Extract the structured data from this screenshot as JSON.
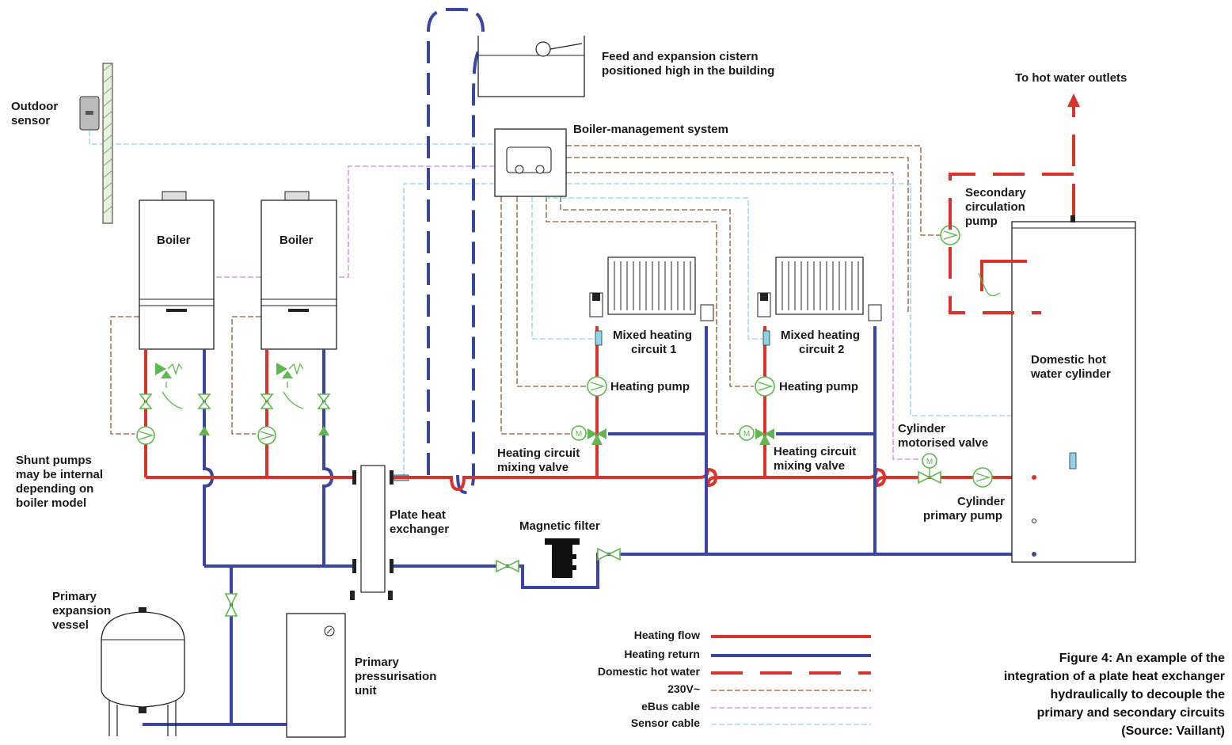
{
  "labels": {
    "outdoor_sensor": [
      "Outdoor",
      "sensor"
    ],
    "cistern": [
      "Feed and expansion cistern",
      "positioned high in the building"
    ],
    "bms": "Boiler-management system",
    "to_outlets": "To hot water outlets",
    "boiler1": "Boiler",
    "boiler2": "Boiler",
    "secondary_pump": [
      "Secondary",
      "circulation",
      "pump"
    ],
    "mixed1": [
      "Mixed heating",
      "circuit 1"
    ],
    "mixed2": [
      "Mixed heating",
      "circuit 2"
    ],
    "dhw_cylinder": [
      "Domestic hot",
      "water cylinder"
    ],
    "heating_pump1": "Heating pump",
    "heating_pump2": "Heating pump",
    "cyl_valve": [
      "Cylinder",
      "motorised valve"
    ],
    "mix_valve1": [
      "Heating circuit",
      "mixing valve"
    ],
    "mix_valve2": [
      "Heating circuit",
      "mixing valve"
    ],
    "shunt": [
      "Shunt pumps",
      "may be internal",
      "depending on",
      "boiler model"
    ],
    "cyl_pump": [
      "Cylinder",
      "primary pump"
    ],
    "phe": [
      "Plate heat",
      "exchanger"
    ],
    "mag_filter": "Magnetic filter",
    "exp_vessel": [
      "Primary",
      "expansion",
      "vessel"
    ],
    "press_unit": [
      "Primary",
      "pressurisation",
      "unit"
    ],
    "valve_motor_letter": "M"
  },
  "legend": {
    "items": [
      {
        "label": "Heating flow",
        "style": "flow",
        "color": "#d9342b"
      },
      {
        "label": "Heating return",
        "style": "ret",
        "color": "#3a45a6"
      },
      {
        "label": "Domestic hot water",
        "style": "dhw",
        "color": "#d9342b"
      },
      {
        "label": "230V~",
        "style": "v230",
        "color": "#8a5a3a"
      },
      {
        "label": "eBus cable",
        "style": "ebus",
        "color": "#c58ccf"
      },
      {
        "label": "Sensor cable",
        "style": "sens",
        "color": "#8fd3e6"
      }
    ]
  },
  "caption": [
    "Figure 4:  An example of the",
    "integration of a plate heat exchanger",
    "hydraulically to decouple the",
    "primary and secondary circuits",
    "(Source: Vaillant)"
  ],
  "colors": {
    "flow": "#d9342b",
    "return": "#3a45a6",
    "valve_green": "#5fb84b",
    "cable_230v": "#8a5a3a",
    "cable_ebus": "#c58ccf",
    "cable_sensor": "#8fd3e6"
  }
}
